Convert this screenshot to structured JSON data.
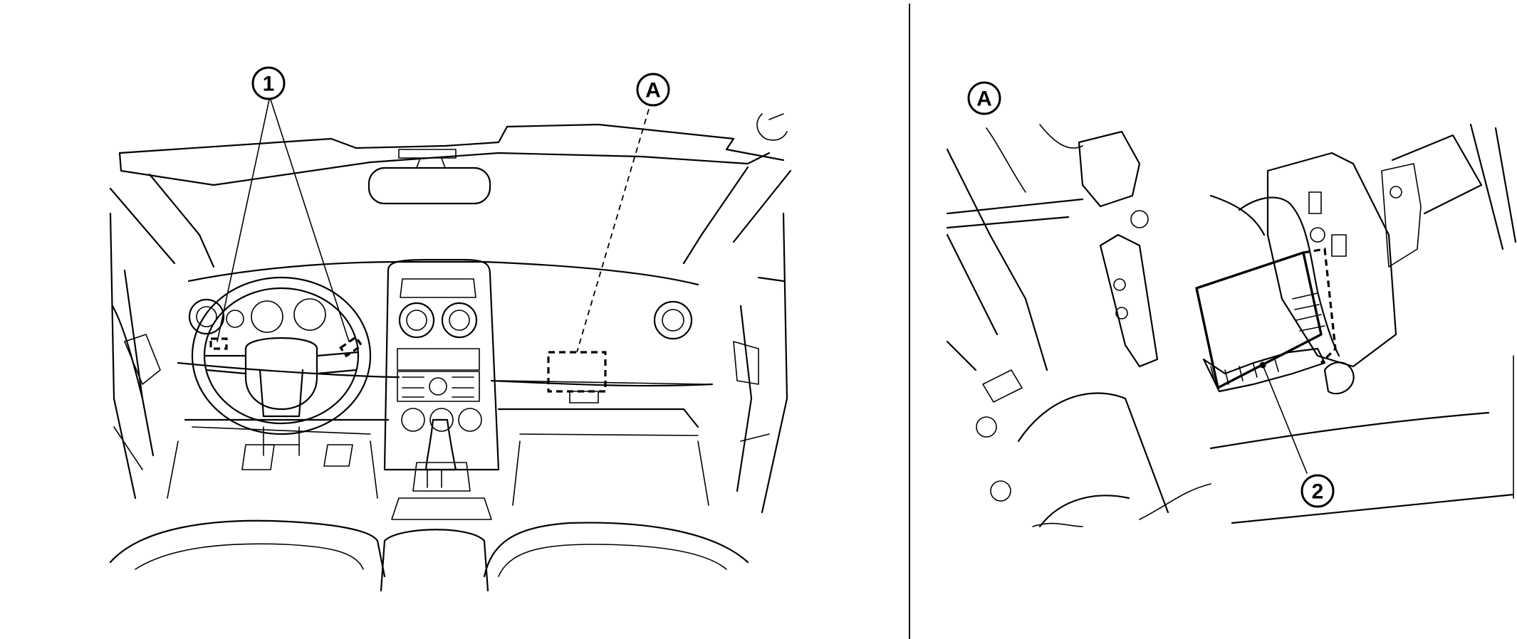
{
  "callouts": {
    "one": "1",
    "two": "2",
    "view_a_marker": "A",
    "view_a_title": "A"
  }
}
